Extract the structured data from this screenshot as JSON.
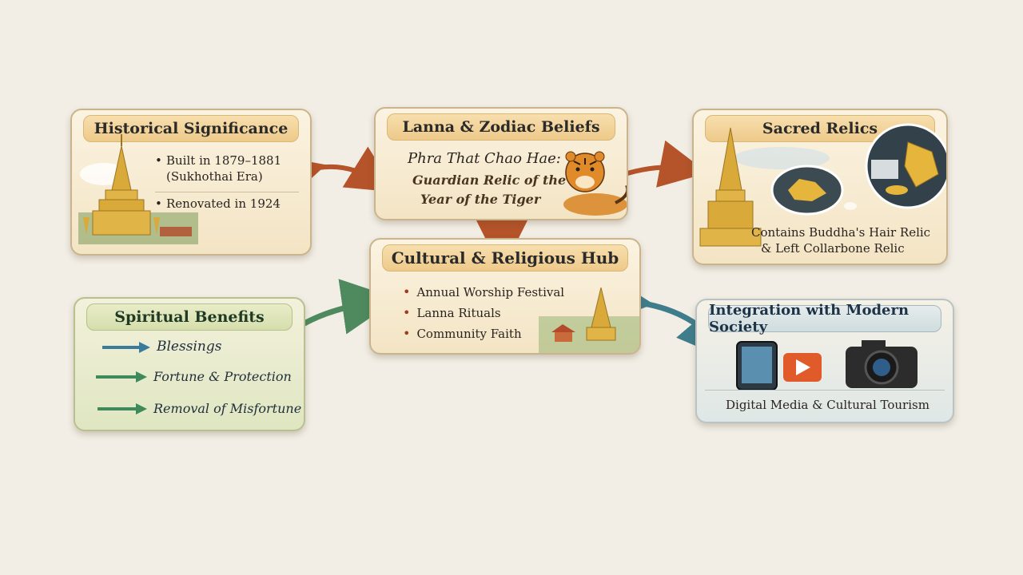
{
  "historical": {
    "title": "Historical Significance",
    "items": [
      "Built in 1879–1881",
      "(Sukhothai Era)",
      "Renovated in 1924"
    ]
  },
  "lanna": {
    "title": "Lanna & Zodiac Beliefs",
    "subtitle": "Phra That Chao Hae:",
    "desc1": "Guardian Relic of the",
    "desc2": "Year of the Tiger"
  },
  "relics": {
    "title": "Sacred Relics",
    "line1": "Contains Buddha's Hair Relic",
    "line2": "& Left Collarbone Relic"
  },
  "hub": {
    "title": "Cultural & Religious Hub",
    "items": [
      "Annual Worship Festival",
      "Lanna Rituals",
      "Community Faith"
    ]
  },
  "spiritual": {
    "title": "Spiritual Benefits",
    "items": [
      "Blessings",
      "Fortune & Protection",
      "Removal of Misfortune"
    ]
  },
  "modern": {
    "title": "Integration with Modern Society",
    "caption": "Digital Media & Cultural Tourism"
  },
  "colors": {
    "orange_arrow": "#b5532a",
    "green_arrow": "#4f8a5e",
    "teal_arrow": "#3f7d8c",
    "gold": "#d9a93a"
  }
}
